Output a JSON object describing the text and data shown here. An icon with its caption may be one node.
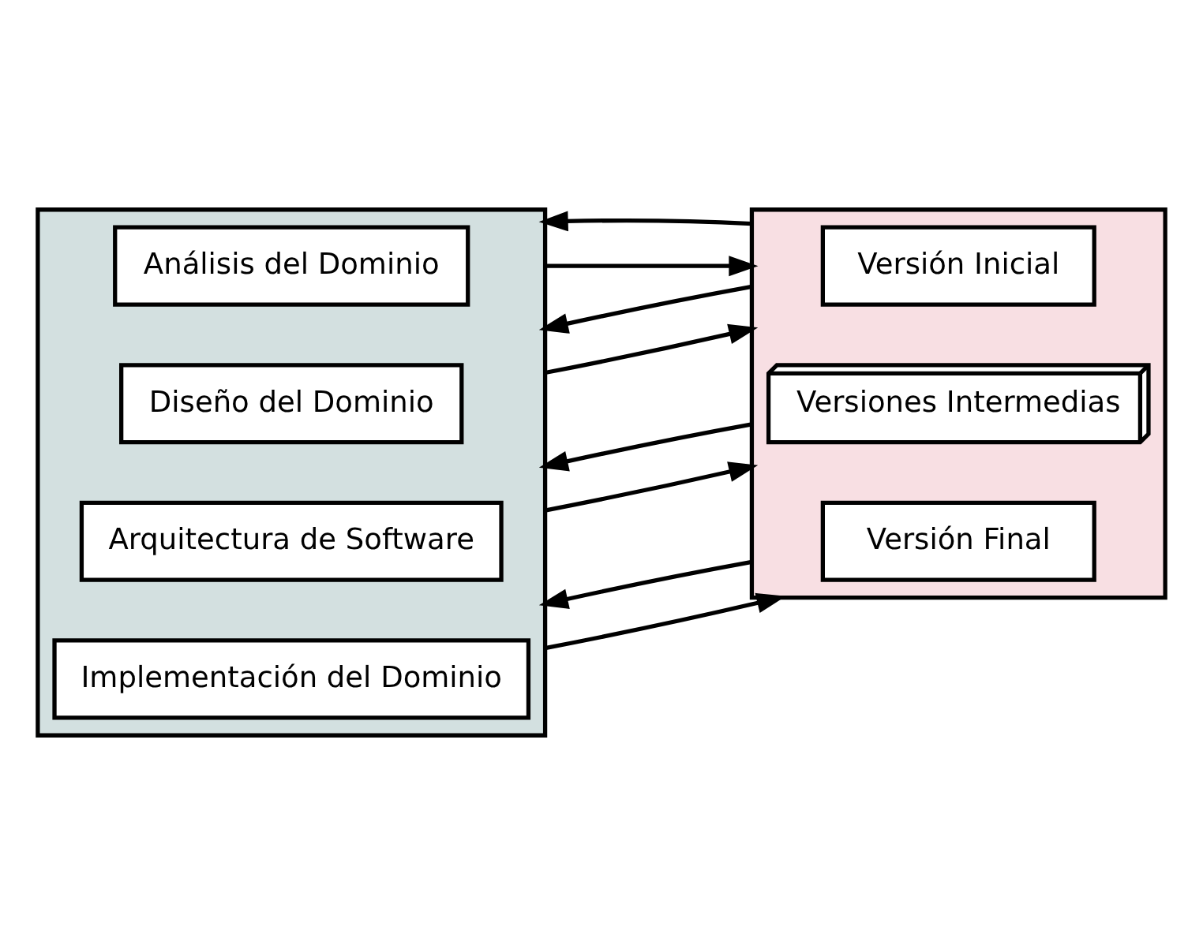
{
  "diagram": {
    "nodes": [
      {
        "text": [],
        "shape": "box"
      },
      {
        "text": [
          "Análisis del Dominio"
        ],
        "in": 0
      },
      {
        "text": [
          "Diseño del Dominio"
        ],
        "in": 0
      },
      {
        "text": [
          "Arquitectura de Software"
        ],
        "in": 0
      },
      {
        "text": [
          "Implementación del Dominio"
        ],
        "in": 0
      },
      {
        "text": [],
        "shape": "box"
      },
      {
        "text": [
          "Versión Inicial"
        ],
        "in": 5
      },
      {
        "text": [
          "Versiones Intermedias"
        ],
        "in": 5
      },
      {
        "text": [
          "Versión Final"
        ],
        "in": 5
      }
    ],
    "edges": [
      {
        "from": 0,
        "to": 5,
        "arrow": "to"
      },
      {
        "from": 5,
        "to": 0,
        "arrow": "to"
      },
      {
        "from": 0,
        "to": 5,
        "arrow": "to"
      },
      {
        "from": 5,
        "to": 0,
        "arrow": "to"
      },
      {
        "from": 0,
        "to": 5,
        "arrow": "to"
      },
      {
        "from": 5,
        "to": 0,
        "arrow": "to"
      },
      {
        "from": 0,
        "to": 5,
        "arrow": "to"
      },
      {
        "from": 5,
        "to": 0,
        "arrow": "to"
      }
    ]
  }
}
